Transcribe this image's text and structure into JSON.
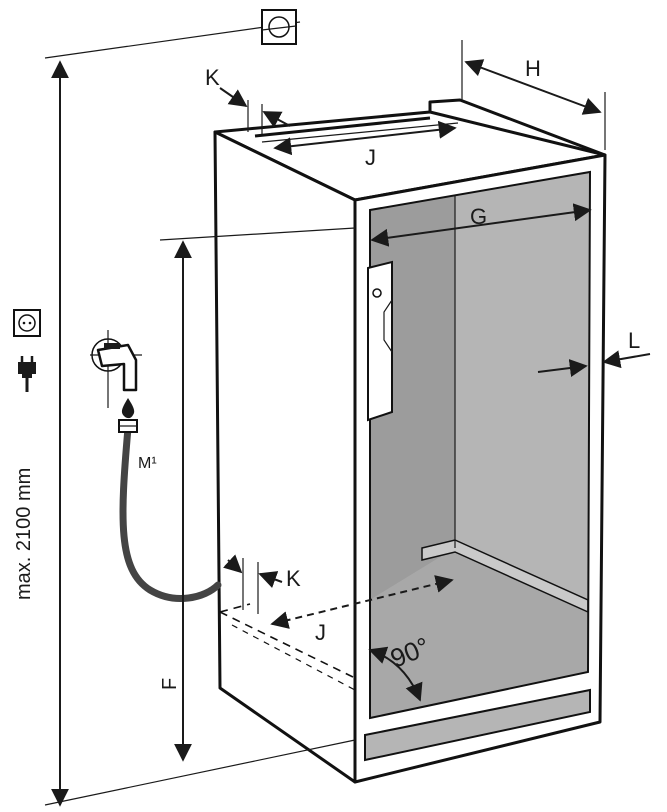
{
  "labels": {
    "height": "max. 2100 mm",
    "g": "G",
    "h": "H",
    "j_top": "J",
    "j_bottom": "J",
    "k_top": "K",
    "k_bottom": "K",
    "l": "L",
    "f": "F",
    "m1": "M¹",
    "angle": "90°"
  },
  "colors": {
    "line": "#1a1a1a",
    "cavity": "#b5b5b5",
    "cavity_dark": "#9c9c9c",
    "hose": "#444444"
  },
  "icons": [
    "socket-icon",
    "plug-icon",
    "water-tap-icon",
    "water-drop-icon",
    "water-valve-icon"
  ]
}
